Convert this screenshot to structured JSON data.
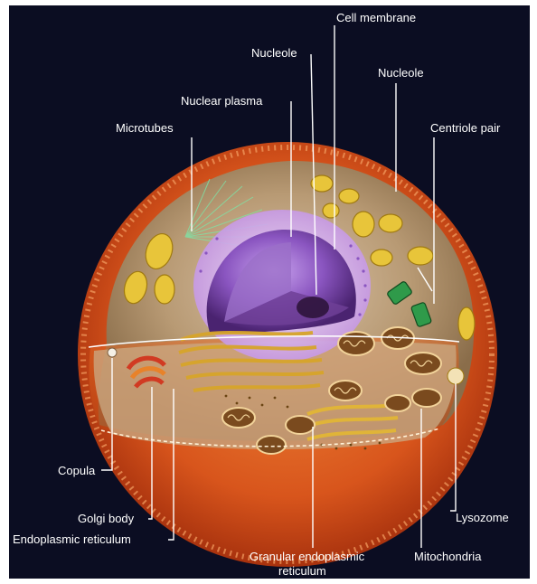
{
  "labels": {
    "cell_membrane": "Cell membrane",
    "nucleole_top": "Nucleole",
    "nucleole_right": "Nucleole",
    "nuclear_plasma": "Nuclear plasma",
    "microtubes": "Microtubes",
    "centriole_pair": "Centriole pair",
    "copula": "Copula",
    "golgi_body": "Golgi body",
    "endoplasmic_reticulum": "Endoplasmic reticulum",
    "granular_er_line1": "Granular  endoplasmic",
    "granular_er_line2": "reticulum",
    "mitochondria": "Mitochondria",
    "lysozome": "Lysozome"
  },
  "colors": {
    "background": "#0b0d22",
    "outer_shell": "#d8551c",
    "cytoplasm": "#b89a74",
    "nucleus": "#8a55c0",
    "organelle_yellow": "#e8c53a",
    "centriole_green": "#2f9a4a",
    "mitochondria": "#7a4a1e",
    "leader_line": "#ffffff"
  }
}
